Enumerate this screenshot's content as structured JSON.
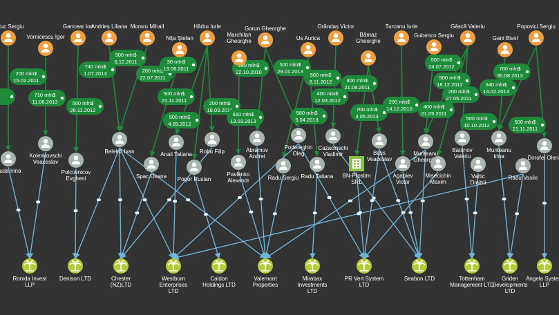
{
  "colors": {
    "background": "#333333",
    "person_node": "#f0a040",
    "intermediary_node": "#a9b5af",
    "company_node": "#b5cc3a",
    "firm_node": "#8cc04a",
    "money_link": "#1f8a3c",
    "money_badge": "#1e8b3a",
    "flow_link": "#6fb3d6",
    "label": "#ffffff"
  },
  "icons": {
    "person": "person-silhouette-icon",
    "company": "palm-tree-icon",
    "firm": "building-icon"
  },
  "persons": [
    {
      "id": "p1",
      "name": "Ieduc Sergiu"
    },
    {
      "id": "p2",
      "name": "Vornicescu Igor"
    },
    {
      "id": "p3",
      "name": "Gancear Ion"
    },
    {
      "id": "p4",
      "name": "Andrieș Liliana"
    },
    {
      "id": "p5",
      "name": "Moraru Mihail"
    },
    {
      "id": "p6",
      "name": "Nița Ștefan"
    },
    {
      "id": "p7",
      "name": "Hârbu Iurie"
    },
    {
      "id": "p8",
      "name": "Marchitan Gheorghe"
    },
    {
      "id": "p9",
      "name": "Gorun Gheorghe"
    },
    {
      "id": "p10",
      "name": "Us Aurica"
    },
    {
      "id": "p11",
      "name": "Orăndaș Victor"
    },
    {
      "id": "p12",
      "name": "Bămaz Gheorghe"
    },
    {
      "id": "p13",
      "name": "Turcanu Iurie"
    },
    {
      "id": "p14",
      "name": "Gubenco Sergiu"
    },
    {
      "id": "p15",
      "name": "Gâscă Valeriu"
    },
    {
      "id": "p16",
      "name": "Gani Bivol"
    },
    {
      "id": "p17",
      "name": "Popovici Sergiu"
    }
  ],
  "intermediaries": [
    {
      "id": "i1",
      "name": "Cuda Irina"
    },
    {
      "id": "i2",
      "name": "Kolenkovschi Veaceslav"
    },
    {
      "id": "i3",
      "name": "Polcovnicov Evgheni"
    },
    {
      "id": "i4",
      "name": "Belekci Ivan"
    },
    {
      "id": "i5",
      "name": "Spac Oxana"
    },
    {
      "id": "i6",
      "name": "Anaii Tatiana"
    },
    {
      "id": "i7",
      "name": "Pogor Ruslan"
    },
    {
      "id": "i8",
      "name": "Robu Filip"
    },
    {
      "id": "i9",
      "name": "Abramov Andrei"
    },
    {
      "id": "i10",
      "name": "Pavlenko Alexandr"
    },
    {
      "id": "i11",
      "name": "Podereghin Oleg"
    },
    {
      "id": "i12",
      "name": "Radu Sergiu"
    },
    {
      "id": "i13",
      "name": "Radu Tatiana"
    },
    {
      "id": "i14",
      "name": "Cazacinschi Vladimir"
    },
    {
      "id": "i15",
      "name": "BN-Prostim SRL"
    },
    {
      "id": "i16",
      "name": "Bass Veaceslav"
    },
    {
      "id": "i17",
      "name": "Agapiev Victor"
    },
    {
      "id": "i18",
      "name": "Munteanu Gheorghe"
    },
    {
      "id": "i19",
      "name": "Misecichin Maxim"
    },
    {
      "id": "i20",
      "name": "Batonov Valeriu"
    },
    {
      "id": "i21",
      "name": "Vartic Dmitrii"
    },
    {
      "id": "i22",
      "name": "Munteanu Irina"
    },
    {
      "id": "i23",
      "name": "Radu Vasile"
    },
    {
      "id": "i24",
      "name": "Dorofei Olena"
    }
  ],
  "companies": [
    {
      "id": "c1",
      "name": "Ronida Invest LLP"
    },
    {
      "id": "c2",
      "name": "Denison LTD"
    },
    {
      "id": "c3",
      "name": "Chester (NZ)LTD"
    },
    {
      "id": "c4",
      "name": "Westburn Enterprises LTD"
    },
    {
      "id": "c5",
      "name": "Caldon Holdings LTD"
    },
    {
      "id": "c6",
      "name": "Valemont Properties"
    },
    {
      "id": "c7",
      "name": "Mirabax Investments LTD"
    },
    {
      "id": "c8",
      "name": "PR Vert System LTD"
    },
    {
      "id": "c9",
      "name": "Seabon LTD"
    },
    {
      "id": "c10",
      "name": "Tottenham Management LTD"
    },
    {
      "id": "c11",
      "name": "Griden Developments LTD"
    },
    {
      "id": "c12",
      "name": "Angela System LLP"
    }
  ],
  "money_links": [
    {
      "id": "m1",
      "from": "p1",
      "to": "i1",
      "amount": "",
      "date": ""
    },
    {
      "id": "m2",
      "from": "p2",
      "to": "i2",
      "amount": "200 mln$",
      "date": "15.02.2011"
    },
    {
      "id": "m3",
      "from": "p3",
      "to": "i3",
      "amount": "710 mln$",
      "date": "11.06.2013"
    },
    {
      "id": "m4",
      "from": "p4",
      "to": "i4",
      "amount": "740 mln$",
      "date": "1.07.2013"
    },
    {
      "id": "m5",
      "from": "p4",
      "to": "i4",
      "amount": "500 mln$",
      "date": "26.11.2012"
    },
    {
      "id": "m6",
      "from": "p5",
      "to": "i4",
      "amount": "300 mln$",
      "date": "6.12.2011"
    },
    {
      "id": "m7",
      "from": "p6",
      "to": "i5",
      "amount": "200 mln$",
      "date": "22.07.2011"
    },
    {
      "id": "m8",
      "from": "p7",
      "to": "i6",
      "amount": "30 mln$",
      "date": "13.06.2011"
    },
    {
      "id": "m9",
      "from": "p7",
      "to": "i7",
      "amount": "500 mln$",
      "date": "21.11.2011"
    },
    {
      "id": "m10",
      "from": "p7",
      "to": "i6",
      "amount": "500 mln$",
      "date": "4.09.2012"
    },
    {
      "id": "m11",
      "from": "p7",
      "to": "i8",
      "amount": "200 mln$",
      "date": "18.03.2011"
    },
    {
      "id": "m12",
      "from": "p8",
      "to": "i10",
      "amount": "",
      "date": ""
    },
    {
      "id": "m13",
      "from": "p9",
      "to": "i9",
      "amount": "180 mln$",
      "date": "22.10.2010"
    },
    {
      "id": "m14",
      "from": "p9",
      "to": "i11",
      "amount": "500 mln$",
      "date": "29.01.2013"
    },
    {
      "id": "m15",
      "from": "p9",
      "to": "i9",
      "amount": "610 mln$",
      "date": "13.03.2013"
    },
    {
      "id": "m16",
      "from": "p10",
      "to": "i12",
      "amount": "500 mln$",
      "date": "8.11.2012"
    },
    {
      "id": "m17",
      "from": "p10",
      "to": "i13",
      "amount": "580 mln$",
      "date": "5.04.2013"
    },
    {
      "id": "m18",
      "from": "p11",
      "to": "i14",
      "amount": "400 mln$",
      "date": "12.03.2012"
    },
    {
      "id": "m19",
      "from": "p12",
      "to": "i15",
      "amount": "400 mln$",
      "date": "21.09.2011"
    },
    {
      "id": "m20",
      "from": "p12",
      "to": "i16",
      "amount": "700 mln$",
      "date": "3.05.2013"
    },
    {
      "id": "m21",
      "from": "p13",
      "to": "i17",
      "amount": "200 mln$",
      "date": "14.12.2010"
    },
    {
      "id": "m22",
      "from": "p14",
      "to": "i18",
      "amount": "500 mln$",
      "date": "24.07.2012"
    },
    {
      "id": "m23",
      "from": "p15",
      "to": "i18",
      "amount": "500 mln$",
      "date": "18.12.2012"
    },
    {
      "id": "m24",
      "from": "p15",
      "to": "i19",
      "amount": "200 mln$",
      "date": "27.05.2011"
    },
    {
      "id": "m25",
      "from": "p15",
      "to": "i19",
      "amount": "400 mln$",
      "date": "21.09.2011"
    },
    {
      "id": "m26",
      "from": "p15",
      "to": "i20",
      "amount": "500 mln$",
      "date": "10.10.2012"
    },
    {
      "id": "m27",
      "from": "p16",
      "to": "i22",
      "amount": "640 mln$",
      "date": "14.02.2013"
    },
    {
      "id": "m28",
      "from": "p17",
      "to": "i22",
      "amount": "700 mln$",
      "date": "30.08.2013"
    },
    {
      "id": "m29",
      "from": "p17",
      "to": "i24",
      "amount": "500 mln$",
      "date": "21.11.2011"
    }
  ],
  "flow_links": [
    {
      "from": "i1",
      "to": "c1"
    },
    {
      "from": "i2",
      "to": "c1"
    },
    {
      "from": "i3",
      "to": "c2"
    },
    {
      "from": "i4",
      "to": "c2"
    },
    {
      "from": "i4",
      "to": "c3"
    },
    {
      "from": "i4",
      "to": "c4"
    },
    {
      "from": "i4",
      "to": "c6"
    },
    {
      "from": "i5",
      "to": "c3"
    },
    {
      "from": "i6",
      "to": "c4"
    },
    {
      "from": "i7",
      "to": "c5"
    },
    {
      "from": "i8",
      "to": "c3"
    },
    {
      "from": "i9",
      "to": "c6"
    },
    {
      "from": "i10",
      "to": "c6"
    },
    {
      "from": "i11",
      "to": "c8"
    },
    {
      "from": "i11",
      "to": "c4"
    },
    {
      "from": "i12",
      "to": "c6"
    },
    {
      "from": "i13",
      "to": "c7"
    },
    {
      "from": "i14",
      "to": "c9"
    },
    {
      "from": "i15",
      "to": "c8"
    },
    {
      "from": "i16",
      "to": "c9"
    },
    {
      "from": "i16",
      "to": "c8"
    },
    {
      "from": "i17",
      "to": "c9"
    },
    {
      "from": "i18",
      "to": "c9"
    },
    {
      "from": "i18",
      "to": "c6"
    },
    {
      "from": "i19",
      "to": "c8"
    },
    {
      "from": "i20",
      "to": "c10"
    },
    {
      "from": "i21",
      "to": "c10"
    },
    {
      "from": "i22",
      "to": "c11"
    },
    {
      "from": "i23",
      "to": "c11"
    },
    {
      "from": "i23",
      "to": "c4"
    },
    {
      "from": "i24",
      "to": "c12"
    }
  ]
}
